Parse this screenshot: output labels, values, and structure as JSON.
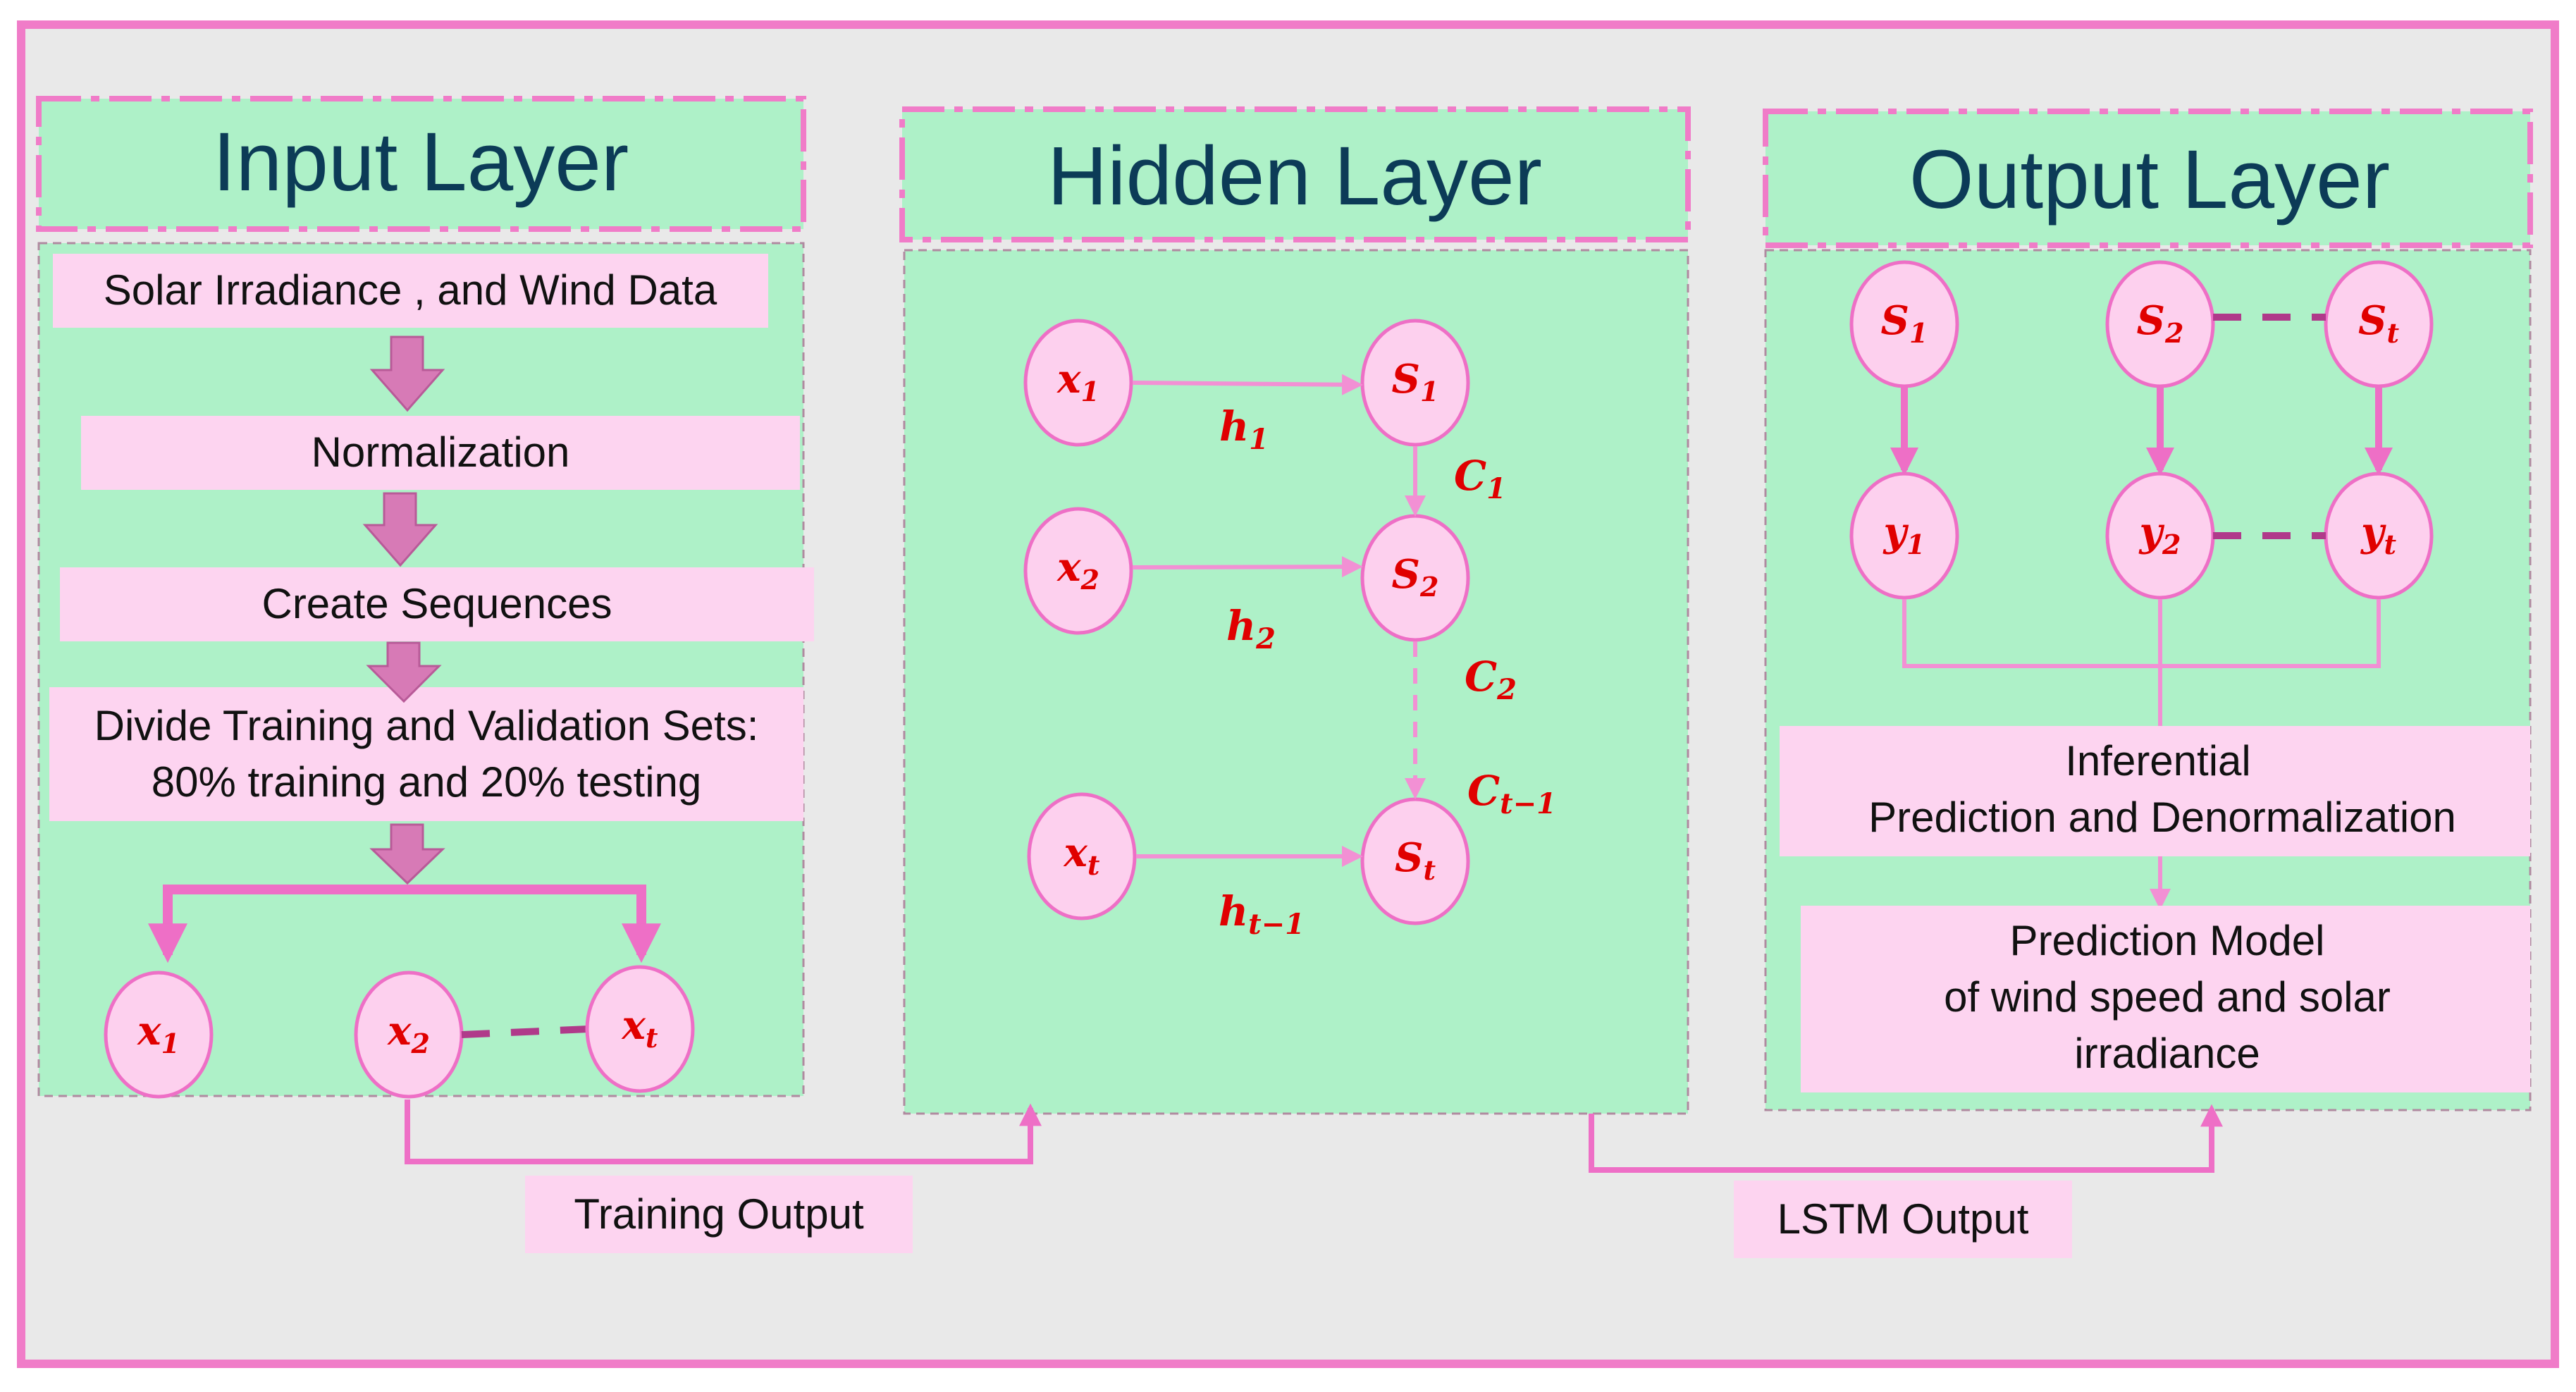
{
  "colors": {
    "frame": "#f07cc8",
    "background": "#e9e9e9",
    "panel": "#aef1c8",
    "box": "#fdd4f0",
    "node": "#fdd0ee",
    "arrow_light": "#f290d4",
    "arrow_block": "#d77ab6",
    "dash": "#b03a8a",
    "symbol": "#e00000",
    "title": "#0c3b57"
  },
  "input_layer": {
    "title": "Input Layer",
    "steps": [
      "Solar Irradiance , and Wind Data",
      "Normalization",
      "Create Sequences",
      "Divide Training and Validation Sets:",
      "80% training and 20% testing"
    ],
    "nodes": [
      {
        "base": "x",
        "sub": "1"
      },
      {
        "base": "x",
        "sub": "2"
      },
      {
        "base": "x",
        "sub": "t"
      }
    ]
  },
  "hidden_layer": {
    "title": "Hidden Layer",
    "inputs": [
      {
        "base": "x",
        "sub": "1"
      },
      {
        "base": "x",
        "sub": "2"
      },
      {
        "base": "x",
        "sub": "t"
      }
    ],
    "states": [
      {
        "base": "S",
        "sub": "1"
      },
      {
        "base": "S",
        "sub": "2"
      },
      {
        "base": "S",
        "sub": "t"
      }
    ],
    "hidden_labels": [
      {
        "base": "h",
        "sub": "1"
      },
      {
        "base": "h",
        "sub": "2"
      },
      {
        "base": "h",
        "sub": "t−1"
      }
    ],
    "cell_labels": [
      {
        "base": "C",
        "sub": "1"
      },
      {
        "base": "C",
        "sub": "2"
      },
      {
        "base": "C",
        "sub": "t−1"
      }
    ]
  },
  "output_layer": {
    "title": "Output Layer",
    "states": [
      {
        "base": "S",
        "sub": "1"
      },
      {
        "base": "S",
        "sub": "2"
      },
      {
        "base": "S",
        "sub": "t"
      }
    ],
    "outputs": [
      {
        "base": "y",
        "sub": "1"
      },
      {
        "base": "y",
        "sub": "2"
      },
      {
        "base": "y",
        "sub": "t"
      }
    ],
    "inferential_lines": [
      "Inferential",
      "Prediction and Denormalization"
    ],
    "model_lines": [
      "Prediction Model",
      "of wind speed and solar",
      "irradiance"
    ]
  },
  "flow_labels": {
    "training_output": "Training Output",
    "lstm_output": "LSTM Output"
  }
}
